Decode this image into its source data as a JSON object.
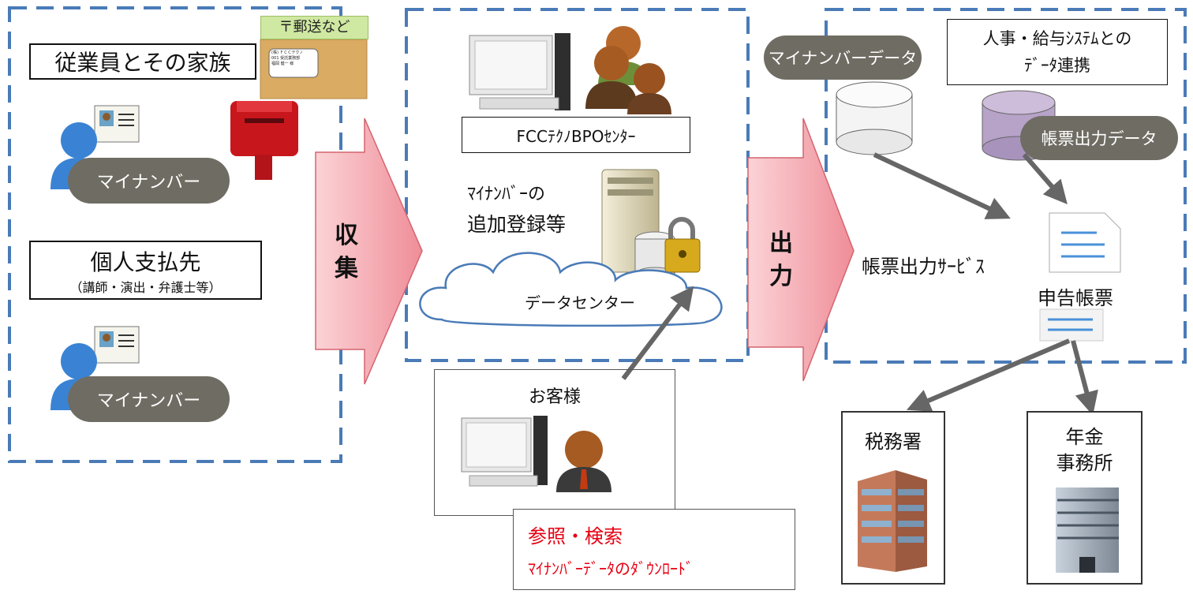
{
  "collect": {
    "mail_badge": "〒郵送など",
    "employees_box": "従業員とその家族",
    "envelope_line1": "(株) ＦＣＣテクノ",
    "envelope_line2": "001 受託業務部",
    "envelope_line3": "福岡 健一 様",
    "mynumber_pill_1": "マイナンバー",
    "individual_payee_title": "個人支払先",
    "individual_payee_sub": "（講師・演出・弁護士等）",
    "mynumber_pill_2": "マイナンバー"
  },
  "arrows": {
    "collect_char1": "収",
    "collect_char2": "集",
    "output_char1": "出",
    "output_char2": "力"
  },
  "center": {
    "bpo_center_label": "FCCﾃｸﾉBPOｾﾝﾀｰ",
    "add_registration_line1": "ﾏｲﾅﾝﾊﾞｰの",
    "add_registration_line2": "追加登録等",
    "data_center_label": "データセンター"
  },
  "customer": {
    "title": "お客様",
    "action_line1": "参照・検索",
    "action_line2": "ﾏｲﾅﾝﾊﾞｰﾃﾞｰﾀのﾀﾞｳﾝﾛｰﾄﾞ"
  },
  "output": {
    "mynumber_data_pill": "マイナンバーデータ",
    "hr_payroll_line1": "人事・給与ｼｽﾃﾑとの",
    "hr_payroll_line2": "ﾃﾞｰﾀ連携",
    "form_output_data_pill": "帳票出力データ",
    "form_output_service": "帳票出力ｻｰﾋﾞｽ",
    "declaration_forms": "申告帳票"
  },
  "destinations": {
    "tax_office": "税務署",
    "pension_office_line1": "年金",
    "pension_office_line2": "事務所"
  },
  "colors": {
    "dashed_border": "#4a7bb7",
    "arrow_fill": "#f2a0a8",
    "pill_gray": "#6f6c63",
    "flow_arrow": "#6b6b6b",
    "customer_action_text": "#e60012"
  }
}
